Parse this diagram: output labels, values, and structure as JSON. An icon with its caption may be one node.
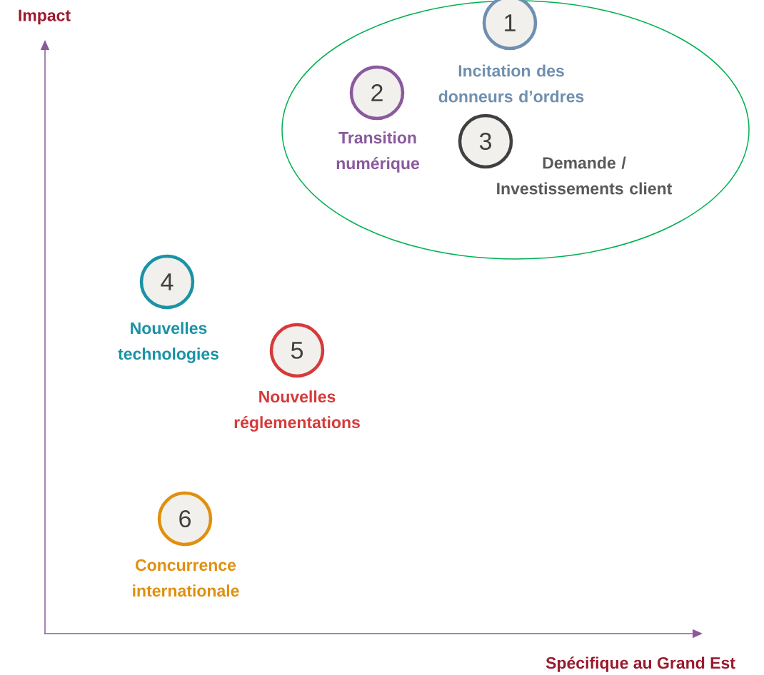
{
  "diagram": {
    "nodes": [
      {
        "text": [],
        "shape": "ellipse"
      },
      {
        "text": [
          "1",
          "Incitation des donneurs d’ordres"
        ],
        "in": 0
      },
      {
        "text": [
          "2",
          "Transition numérique"
        ],
        "in": 0
      },
      {
        "text": [
          "3",
          "Demande / Investissements client"
        ],
        "in": 0
      },
      {
        "text": [
          "4",
          "Nouvelles technologies"
        ]
      },
      {
        "text": [
          "5",
          "Nouvelles réglementations"
        ]
      },
      {
        "text": [
          "6",
          "Concurrence internationale"
        ]
      }
    ],
    "labels": [
      "Impact",
      "Spécifique au Grand Est"
    ]
  }
}
